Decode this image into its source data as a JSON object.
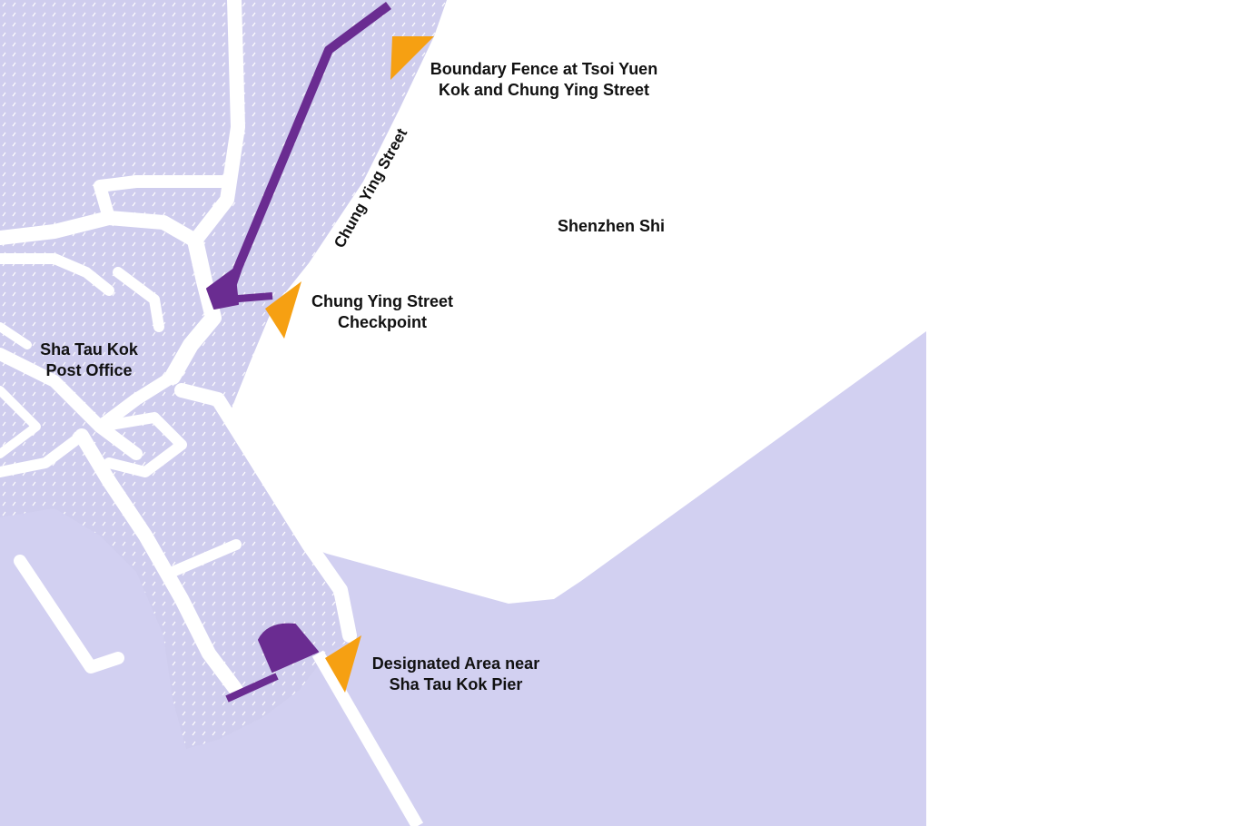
{
  "colors": {
    "land": "#cfcdee",
    "sea": "#d2d0f1",
    "dots": "#ffffff",
    "road": "#ffffff",
    "boundary_route": "#6a2c91",
    "marker": "#f6a012",
    "text": "#111111"
  },
  "places": {
    "shenzhen": "Shenzhen Shi",
    "post_office_line1": "Sha Tau Kok",
    "post_office_line2": "Post Office",
    "street": "Chung Ying Street"
  },
  "markers": {
    "fence_line1": "Boundary Fence at Tsoi Yuen",
    "fence_line2": "Kok and Chung Ying Street",
    "checkpoint_line1": "Chung Ying Street",
    "checkpoint_line2": "Checkpoint",
    "pier_line1": "Designated Area near",
    "pier_line2": "Sha Tau Kok Pier"
  }
}
